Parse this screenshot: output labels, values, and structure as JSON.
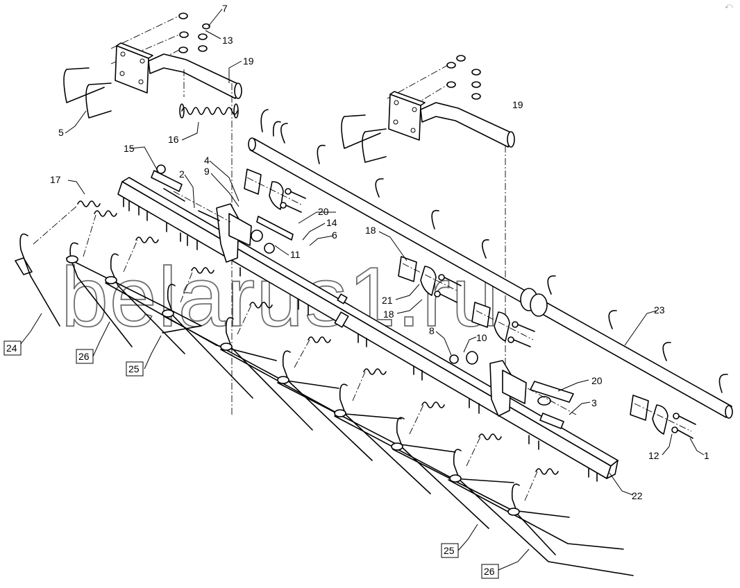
{
  "watermark": "belarus1.ru",
  "corner_mark_icon": "arrow-mark-icon",
  "callouts": [
    {
      "id": "c7",
      "label": "7"
    },
    {
      "id": "c13",
      "label": "13"
    },
    {
      "id": "c19a",
      "label": "19"
    },
    {
      "id": "c5",
      "label": "5"
    },
    {
      "id": "c16",
      "label": "16"
    },
    {
      "id": "c19b",
      "label": "19"
    },
    {
      "id": "c15",
      "label": "15"
    },
    {
      "id": "c4",
      "label": "4"
    },
    {
      "id": "c9",
      "label": "9"
    },
    {
      "id": "c2",
      "label": "2"
    },
    {
      "id": "c17",
      "label": "17"
    },
    {
      "id": "c20a",
      "label": "20"
    },
    {
      "id": "c14",
      "label": "14"
    },
    {
      "id": "c6",
      "label": "6"
    },
    {
      "id": "c11",
      "label": "11"
    },
    {
      "id": "c18a",
      "label": "18"
    },
    {
      "id": "c21",
      "label": "21"
    },
    {
      "id": "c18b",
      "label": "18"
    },
    {
      "id": "c23",
      "label": "23"
    },
    {
      "id": "c8",
      "label": "8"
    },
    {
      "id": "c10",
      "label": "10"
    },
    {
      "id": "c20b",
      "label": "20"
    },
    {
      "id": "c3",
      "label": "3"
    },
    {
      "id": "c12",
      "label": "12"
    },
    {
      "id": "c1",
      "label": "1"
    },
    {
      "id": "c22",
      "label": "22"
    }
  ],
  "boxed_callouts": [
    {
      "id": "b24",
      "label": "24"
    },
    {
      "id": "b26a",
      "label": "26"
    },
    {
      "id": "b25a",
      "label": "25"
    },
    {
      "id": "b25b",
      "label": "25"
    },
    {
      "id": "b26b",
      "label": "26"
    }
  ]
}
